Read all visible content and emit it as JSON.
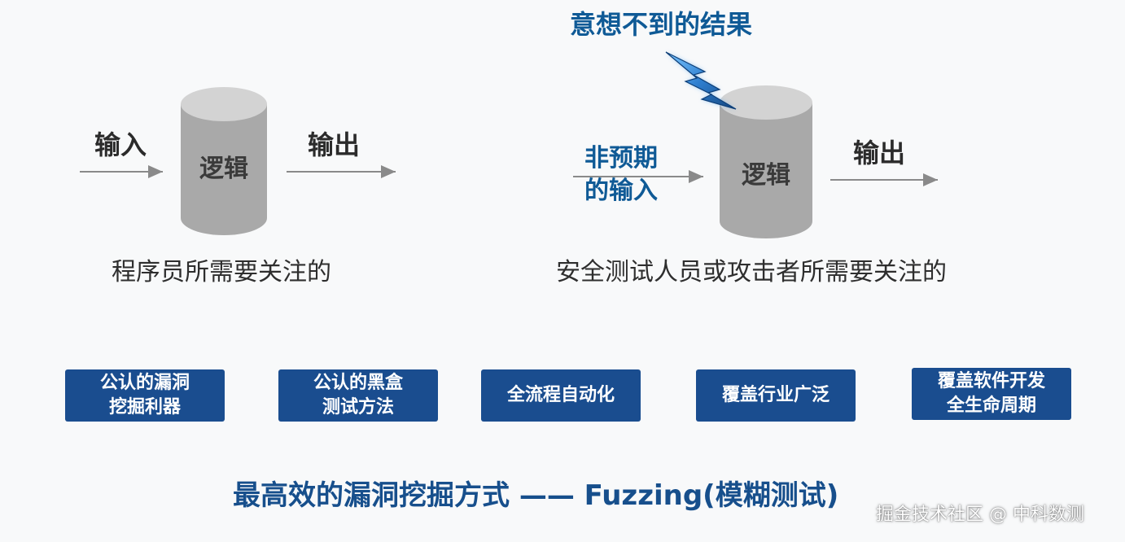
{
  "left_diagram": {
    "input_label": "输入",
    "logic_label": "逻辑",
    "output_label": "输出",
    "caption": "程序员所需要关注的"
  },
  "right_diagram": {
    "unexpected_result_label": "意想不到的结果",
    "unexpected_input_line1": "非预期",
    "unexpected_input_line2": "的输入",
    "logic_label": "逻辑",
    "output_label": "输出",
    "caption": "安全测试人员或攻击者所需要关注的"
  },
  "feature_boxes": [
    {
      "label": "公认的漏洞\n挖掘利器"
    },
    {
      "label": "公认的黑盒\n测试方法"
    },
    {
      "label": "全流程自动化"
    },
    {
      "label": "覆盖行业广泛"
    },
    {
      "label": "覆盖软件开发\n全生命周期"
    }
  ],
  "headline": "最高效的漏洞挖掘方式 —— Fuzzing(模糊测试)",
  "watermark": "掘金技术社区 @ 中科数测",
  "colors": {
    "box_fill": "#1a4d8f",
    "accent_blue": "#0f5a96",
    "cylinder_gray": "#a9a9a9",
    "arrow_gray": "#8a8a8a"
  }
}
